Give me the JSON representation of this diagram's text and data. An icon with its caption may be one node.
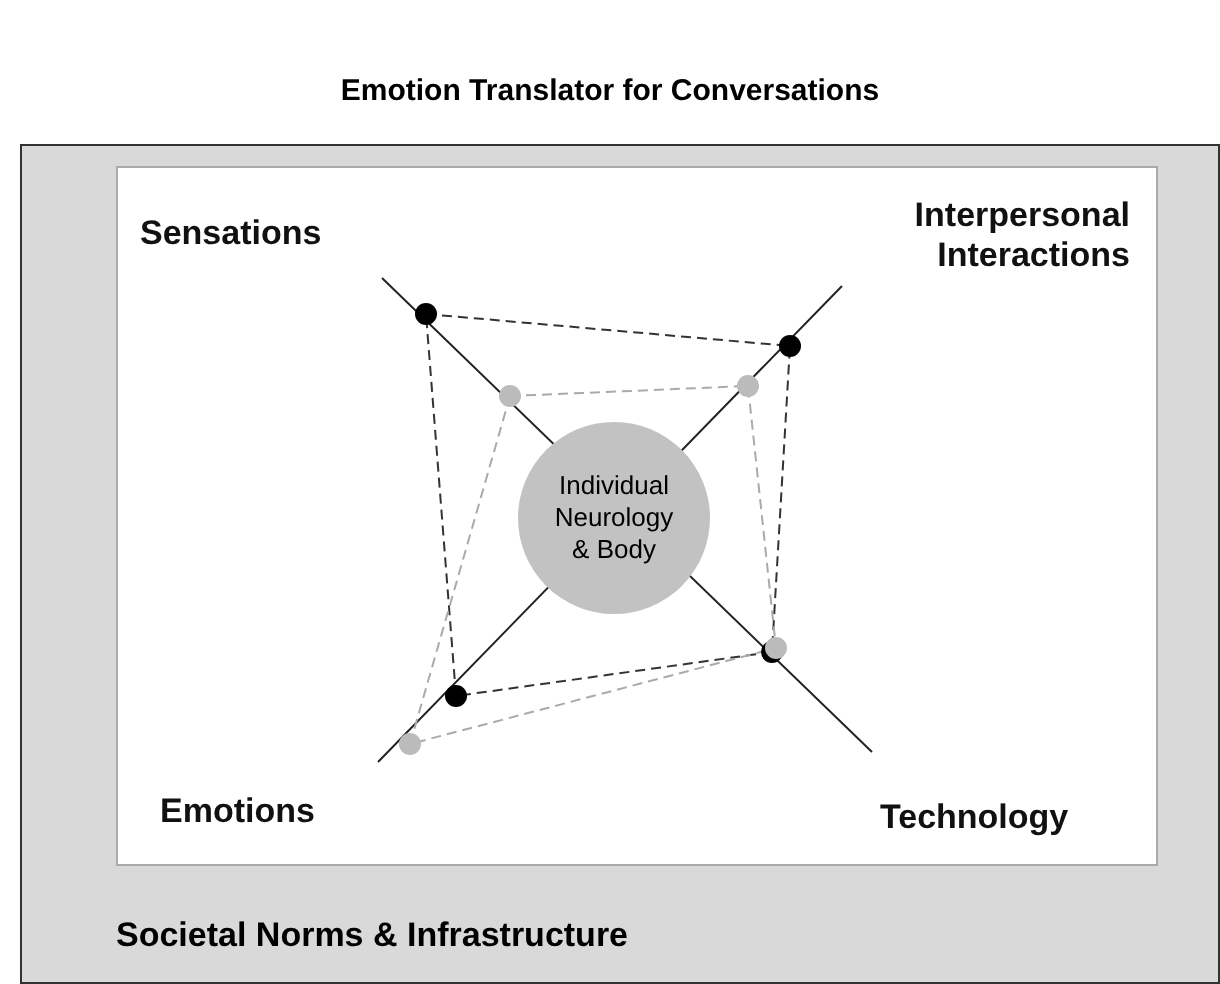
{
  "diagram": {
    "title": "Emotion Translator for Conversations",
    "nodes": [
      {
        "text": [
          "Societal Norms & Infrastructure"
        ]
      },
      {
        "text": [],
        "shape": "box",
        "in": 0
      },
      {
        "text": [
          "Individual Neurology & Body"
        ],
        "in": 1
      }
    ],
    "edges": [],
    "labels": [
      "Sensations",
      "Interpersonal Interactions",
      "Emotions",
      "Technology"
    ]
  }
}
